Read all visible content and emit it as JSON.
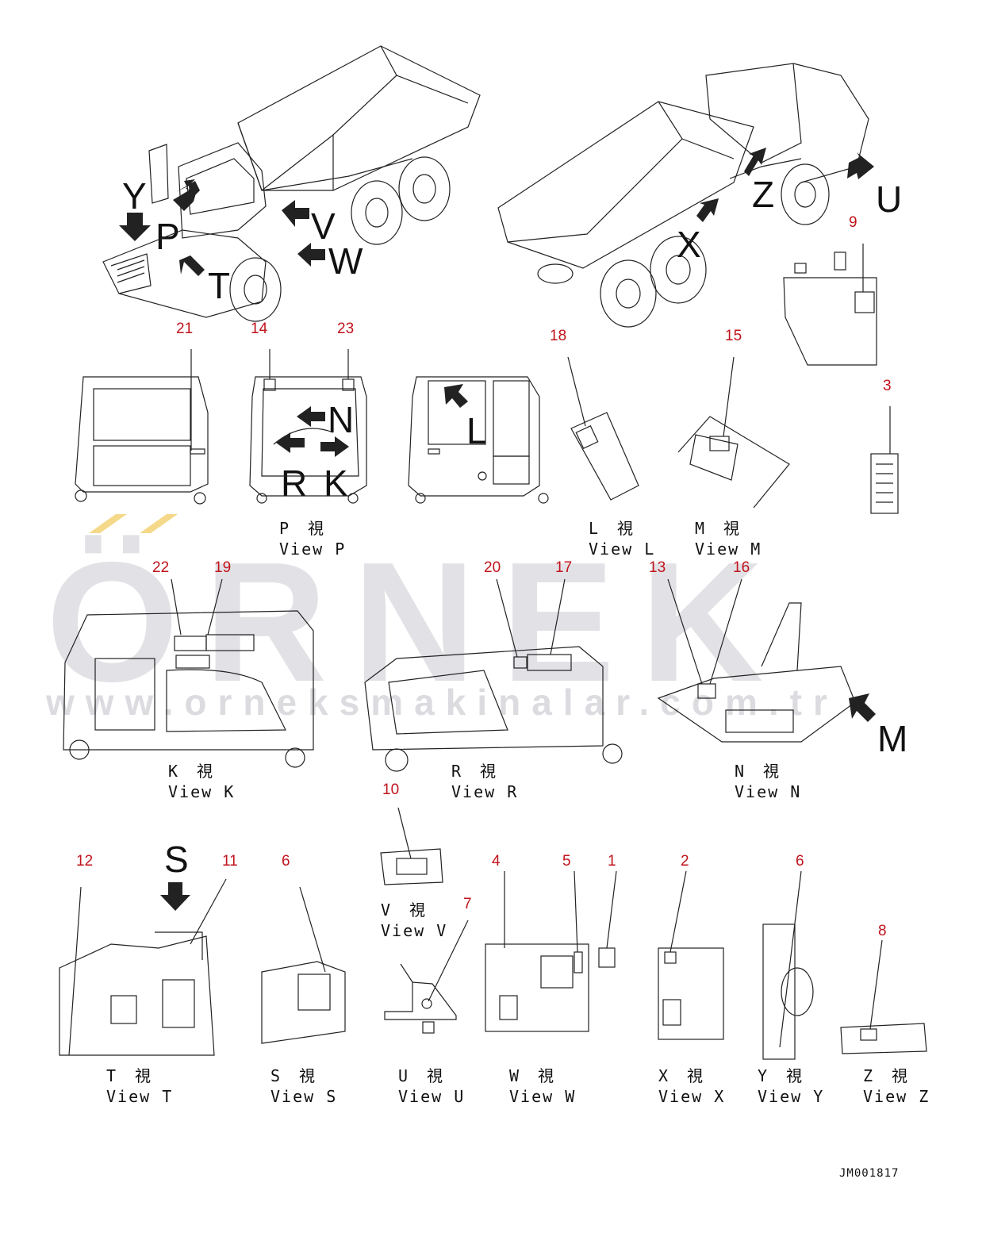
{
  "watermark": {
    "brand": "ÖRNEK",
    "url": "www.orneksmakinalar.com.tr"
  },
  "document_code": "JM001817",
  "callouts": {
    "c21": "21",
    "c14": "14",
    "c23": "23",
    "c18": "18",
    "c15": "15",
    "c9": "9",
    "c3": "3",
    "c22": "22",
    "c19": "19",
    "c20": "20",
    "c17": "17",
    "c13": "13",
    "c16": "16",
    "c10": "10",
    "c12": "12",
    "c11": "11",
    "c6a": "6",
    "c7": "7",
    "c4": "4",
    "c5": "5",
    "c1": "1",
    "c2": "2",
    "c6b": "6",
    "c8": "8"
  },
  "view_letters": {
    "y": "Y",
    "p": "P",
    "t": "T",
    "v": "V",
    "w": "W",
    "x": "X",
    "z": "Z",
    "u": "U",
    "n": "N",
    "r": "R",
    "k": "K",
    "l": "L",
    "m": "M",
    "s": "S"
  },
  "views": [
    {
      "key": "p",
      "jp": "P　視",
      "en": "View P"
    },
    {
      "key": "l",
      "jp": "L　視",
      "en": "View L"
    },
    {
      "key": "m",
      "jp": "M　視",
      "en": "View M"
    },
    {
      "key": "k",
      "jp": "K　視",
      "en": "View K"
    },
    {
      "key": "r",
      "jp": "R　視",
      "en": "View R"
    },
    {
      "key": "n",
      "jp": "N　視",
      "en": "View N"
    },
    {
      "key": "v",
      "jp": "V　視",
      "en": "View V"
    },
    {
      "key": "t",
      "jp": "T　視",
      "en": "View T"
    },
    {
      "key": "s",
      "jp": "S　視",
      "en": "View S"
    },
    {
      "key": "u",
      "jp": "U　視",
      "en": "View U"
    },
    {
      "key": "w",
      "jp": "W　視",
      "en": "View W"
    },
    {
      "key": "x",
      "jp": "X　視",
      "en": "View X"
    },
    {
      "key": "y",
      "jp": "Y　視",
      "en": "View Y"
    },
    {
      "key": "z",
      "jp": "Z　視",
      "en": "View Z"
    }
  ]
}
